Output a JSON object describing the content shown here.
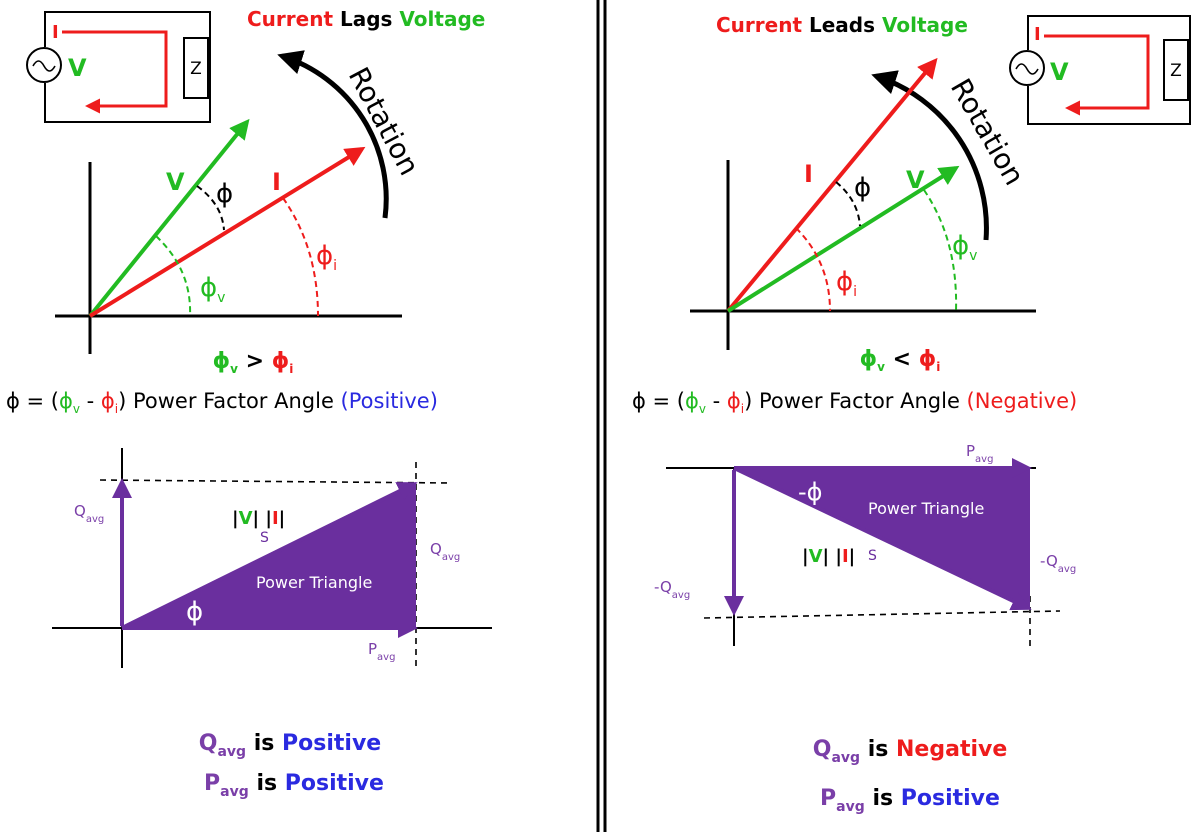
{
  "colors": {
    "red": "#ee1c1c",
    "green": "#22bb22",
    "black": "#000000",
    "purple": "#6a2f9e",
    "purple_text": "#7a3fa8",
    "blue": "#2a2ae0"
  },
  "left": {
    "title": {
      "w1": "Current",
      "w2": " Lags ",
      "w3": "Voltage"
    },
    "circuit": {
      "current_label": "I",
      "voltage_label": "V",
      "load_label": "Z"
    },
    "rotation_label": "Rotation",
    "phasor": {
      "v_label": "V",
      "i_label": "I",
      "phi": "ϕ",
      "phi_v": "ϕ",
      "phi_v_sub": "v",
      "phi_i": "ϕ",
      "phi_i_sub": "i"
    },
    "comparison": {
      "a": "ϕ",
      "a_sub": "v",
      "op": " > ",
      "b": "ϕ",
      "b_sub": "i"
    },
    "pf_equation": {
      "p1": "ϕ = (",
      "p2": "ϕ",
      "p2_sub": "v",
      "p3": " - ",
      "p4": "ϕ",
      "p4_sub": "i",
      "p5": ") Power Factor Angle ",
      "p6": "(Positive)"
    },
    "triangle": {
      "q_left": "Q",
      "q_left_sub": "avg",
      "q_right": "Q",
      "q_right_sub": "avg",
      "p": "P",
      "p_sub": "avg",
      "s_bar1": "|",
      "s_v": "V",
      "s_mid": "| |",
      "s_i": "I",
      "s_bar2": "|",
      "s_label": "S",
      "name": "Power Triangle",
      "phi": "ϕ"
    },
    "summary": [
      {
        "q": "Q",
        "sub": "avg",
        "is": " is ",
        "state": "Positive"
      },
      {
        "q": "P",
        "sub": "avg",
        "is": " is ",
        "state": "Positive"
      }
    ]
  },
  "right": {
    "title": {
      "w1": "Current",
      "w2": " Leads ",
      "w3": "Voltage"
    },
    "circuit": {
      "current_label": "I",
      "voltage_label": "V",
      "load_label": "Z"
    },
    "rotation_label": "Rotation",
    "phasor": {
      "v_label": "V",
      "i_label": "I",
      "phi": "ϕ",
      "phi_v": "ϕ",
      "phi_v_sub": "v",
      "phi_i": "ϕ",
      "phi_i_sub": "i"
    },
    "comparison": {
      "a": "ϕ",
      "a_sub": "v",
      "op": " < ",
      "b": "ϕ",
      "b_sub": "i"
    },
    "pf_equation": {
      "p1": "ϕ = (",
      "p2": "ϕ",
      "p2_sub": "v",
      "p3": " - ",
      "p4": "ϕ",
      "p4_sub": "i",
      "p5": ") Power Factor Angle ",
      "p6": "(Negative)"
    },
    "triangle": {
      "q_left": "-Q",
      "q_left_sub": "avg",
      "q_right": "-Q",
      "q_right_sub": "avg",
      "p": "P",
      "p_sub": "avg",
      "s_bar1": "|",
      "s_v": "V",
      "s_mid": "| |",
      "s_i": "I",
      "s_bar2": "|",
      "s_label": "S",
      "name": "Power Triangle",
      "phi": "-ϕ"
    },
    "summary": [
      {
        "q": "Q",
        "sub": "avg",
        "is": " is ",
        "state": "Negative"
      },
      {
        "q": "P",
        "sub": "avg",
        "is": " is ",
        "state": "Positive"
      }
    ]
  }
}
